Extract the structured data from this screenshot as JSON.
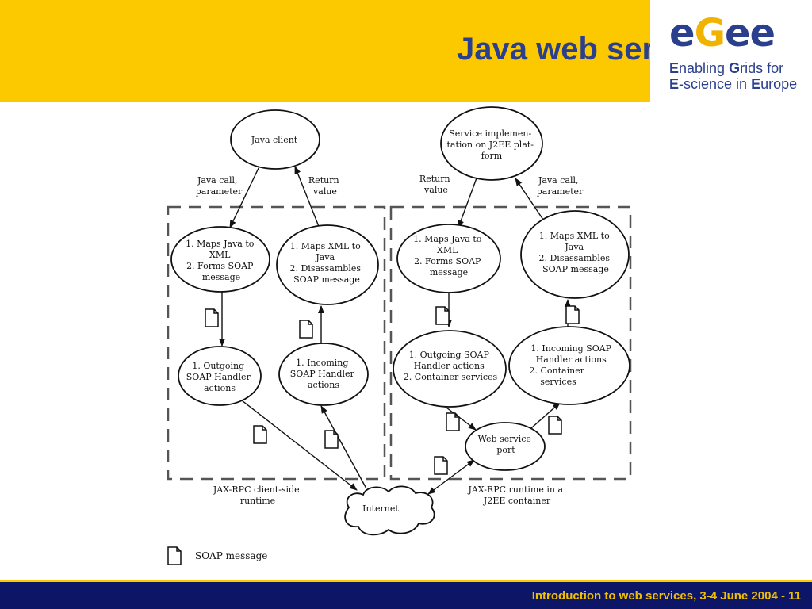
{
  "slide": {
    "title": "Java web service flow",
    "footer": "Introduction to web services, 3-4 June 2004  - 11"
  },
  "logo": {
    "letters": [
      "e",
      "G",
      "e",
      "e"
    ],
    "tagline_line1": [
      "E",
      "nabling ",
      "G",
      "rids for"
    ],
    "tagline_line2": [
      "E",
      "-science in ",
      "E",
      "urope"
    ]
  },
  "colors": {
    "header_yellow": "#fcc800",
    "title_blue": "#2b3f8f",
    "footer_navy": "#0c1566",
    "footer_text": "#f0c000"
  },
  "diagram": {
    "client_side": {
      "java_client": [
        "Java client"
      ],
      "call_label": [
        "Java call,",
        "parameter"
      ],
      "return_label": [
        "Return",
        "value"
      ],
      "maps_java_to_xml": [
        "1. Maps Java to",
        "XML",
        "2. Forms SOAP",
        "message"
      ],
      "maps_xml_to_java": [
        "1. Maps XML to",
        "Java",
        "2. Disassambles",
        "SOAP message"
      ],
      "outgoing_handler": [
        "1. Outgoing",
        "SOAP Handler",
        "actions"
      ],
      "incoming_handler": [
        "1. Incoming",
        "SOAP Handler",
        "actions"
      ],
      "runtime_label": [
        "JAX-RPC client-side",
        "runtime"
      ]
    },
    "server_side": {
      "service_impl": [
        "Service implemen-",
        "tation on J2EE plat-",
        "form"
      ],
      "return_label": [
        "Return",
        "value"
      ],
      "call_label": [
        "Java call,",
        "parameter"
      ],
      "maps_java_to_xml": [
        "1. Maps Java to",
        "XML",
        "2. Forms SOAP",
        "message"
      ],
      "maps_xml_to_java": [
        "1. Maps XML to",
        "Java",
        "2. Disassambles",
        "SOAP message"
      ],
      "outgoing_handler": [
        "1. Outgoing SOAP",
        "Handler actions",
        "2. Container services"
      ],
      "incoming_handler": [
        "1. Incoming SOAP",
        "Handler actions",
        "2. Container",
        "services"
      ],
      "web_service_port": [
        "Web service",
        "port"
      ],
      "runtime_label": [
        "JAX-RPC runtime in a",
        "J2EE container"
      ]
    },
    "internet": "Internet",
    "legend": "SOAP message"
  }
}
